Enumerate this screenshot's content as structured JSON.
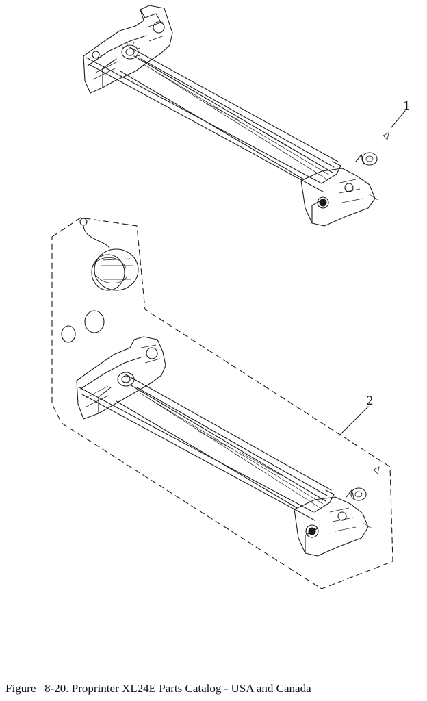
{
  "figure": {
    "caption": "Figure   8-20. Proprinter XL24E Parts Catalog - USA and Canada",
    "callouts": [
      {
        "number": "1"
      },
      {
        "number": "2"
      }
    ]
  },
  "colors": {
    "ink": "#1a1a1a",
    "paper": "#ffffff"
  }
}
